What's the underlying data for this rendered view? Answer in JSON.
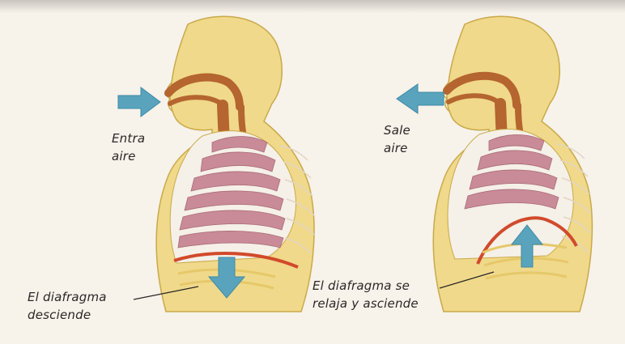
{
  "figure": {
    "left_panel": {
      "air_label_line1": "Entra",
      "air_label_line2": "aire",
      "diaphragm_label_line1": "El diafragma",
      "diaphragm_label_line2": "desciende",
      "arrow_direction": "in"
    },
    "right_panel": {
      "air_label_line1": "Sale",
      "air_label_line2": "aire",
      "diaphragm_label_line1": "El diafragma se",
      "diaphragm_label_line2": "relaja y asciende",
      "arrow_direction": "out"
    }
  },
  "colors": {
    "background": "#f7f2ea",
    "body": "#f0d98a",
    "body_outline": "#c9a94a",
    "airway": "#b5652f",
    "lung": "#c98b97",
    "rib": "#ffffff",
    "diaphragm": "#d14a2c",
    "arrow": "#5aa3bd"
  }
}
